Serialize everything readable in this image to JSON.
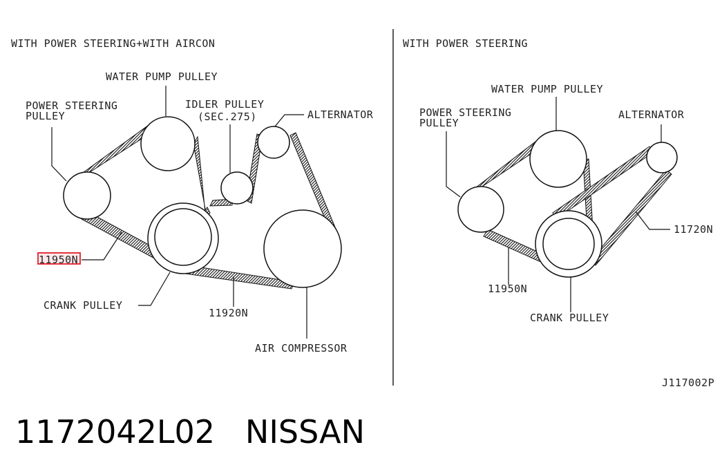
{
  "left_panel": {
    "title": "WITH POWER STEERING+WITH AIRCON",
    "labels": {
      "water_pump": "WATER PUMP PULLEY",
      "idler_line1": "IDLER PULLEY",
      "idler_line2": "(SEC.275)",
      "power_steering_line1": "POWER STEERING",
      "power_steering_line2": "PULLEY",
      "alternator": "ALTERNATOR",
      "belt_11950n": "11950N",
      "crank": "CRANK PULLEY",
      "belt_11920n": "11920N",
      "air_compressor": "AIR COMPRESSOR"
    }
  },
  "right_panel": {
    "title": "WITH POWER STEERING",
    "labels": {
      "water_pump": "WATER PUMP PULLEY",
      "power_steering_line1": "POWER STEERING",
      "power_steering_line2": "PULLEY",
      "alternator": "ALTERNATOR",
      "belt_11720n": "11720N",
      "belt_11950n": "11950N",
      "crank": "CRANK PULLEY"
    }
  },
  "figure_code": "J117002P",
  "footer": {
    "part_number": "1172042L02",
    "brand": "NISSAN"
  },
  "colors": {
    "line": "#111111",
    "highlight": "#e0202a",
    "highlight_fill": "#fde8ea"
  }
}
